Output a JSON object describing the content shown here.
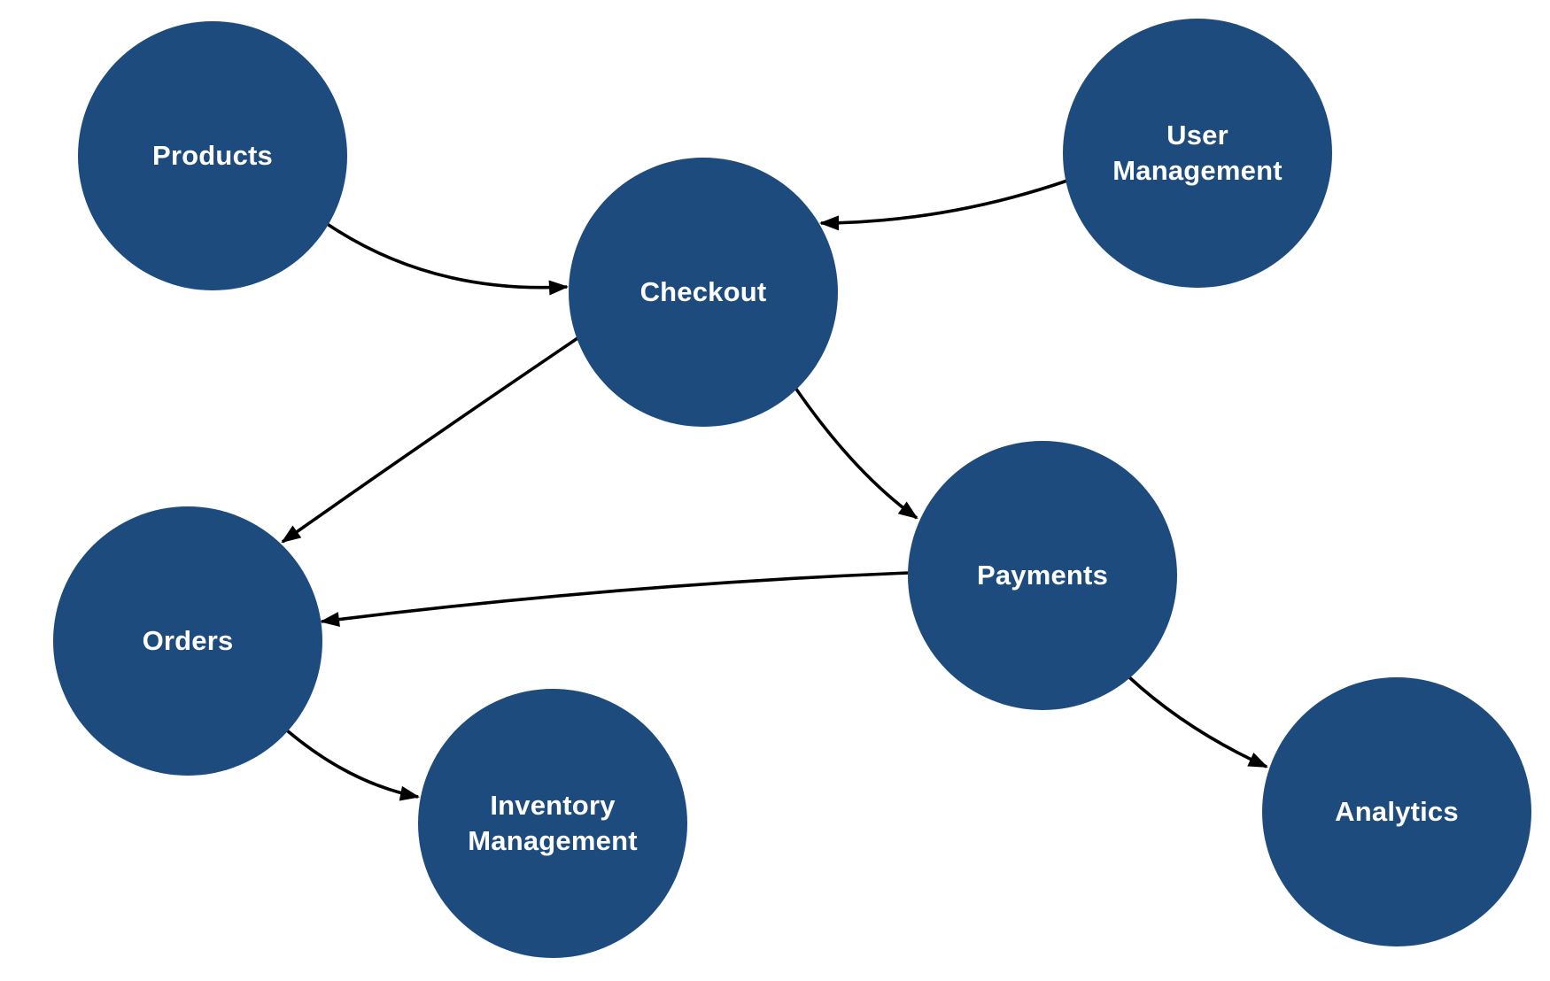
{
  "diagram": {
    "background_color": "#ffffff",
    "node_color": "#1d4b7d",
    "node_text_color": "#ffffff",
    "edge_color": "#000000"
  },
  "nodes": {
    "products": {
      "label": "Products"
    },
    "user_management": {
      "label": "User\nManagement"
    },
    "checkout": {
      "label": "Checkout"
    },
    "orders": {
      "label": "Orders"
    },
    "payments": {
      "label": "Payments"
    },
    "inventory_management": {
      "label": "Inventory\nManagement"
    },
    "analytics": {
      "label": "Analytics"
    }
  },
  "edges": [
    {
      "from": "Products",
      "to": "Checkout"
    },
    {
      "from": "User Management",
      "to": "Checkout"
    },
    {
      "from": "Checkout",
      "to": "Orders"
    },
    {
      "from": "Checkout",
      "to": "Payments"
    },
    {
      "from": "Payments",
      "to": "Orders"
    },
    {
      "from": "Orders",
      "to": "Inventory Management"
    },
    {
      "from": "Payments",
      "to": "Analytics"
    }
  ]
}
